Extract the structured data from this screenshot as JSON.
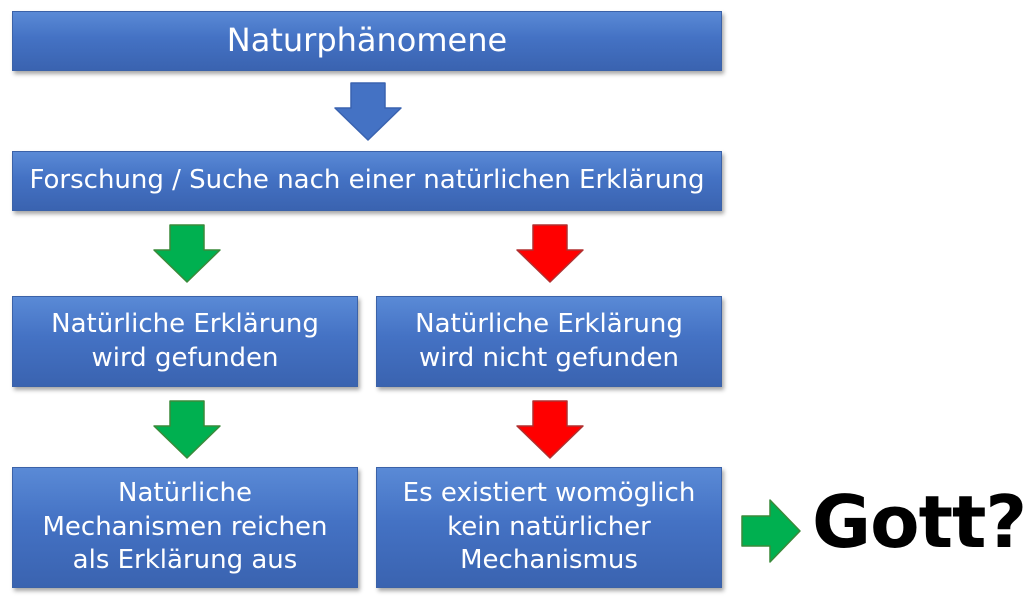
{
  "boxes": {
    "top": "Naturphänomene",
    "research": "Forschung / Suche nach einer natürlichen Erklärung",
    "left_found": "Natürliche Erklärung\nwird gefunden",
    "right_not_found": "Natürliche Erklärung\nwird nicht gefunden",
    "left_result": "Natürliche\nMechanismen reichen\nals Erklärung aus",
    "right_result": "Es existiert womöglich\nkein natürlicher\nMechanismus"
  },
  "conclusion": "Gott?",
  "colors": {
    "box_fill": "#4472c4",
    "arrow_blue": "#4472c4",
    "arrow_green": "#00b050",
    "arrow_red": "#ff0000",
    "text_on_box": "#ffffff",
    "conclusion_text": "#000000"
  },
  "arrows": [
    {
      "name": "arrow-down-blue-icon",
      "color": "blue"
    },
    {
      "name": "arrow-down-green-icon",
      "color": "green"
    },
    {
      "name": "arrow-down-red-icon",
      "color": "red"
    },
    {
      "name": "arrow-down-green-icon",
      "color": "green"
    },
    {
      "name": "arrow-down-red-icon",
      "color": "red"
    },
    {
      "name": "arrow-right-green-icon",
      "color": "green"
    }
  ]
}
